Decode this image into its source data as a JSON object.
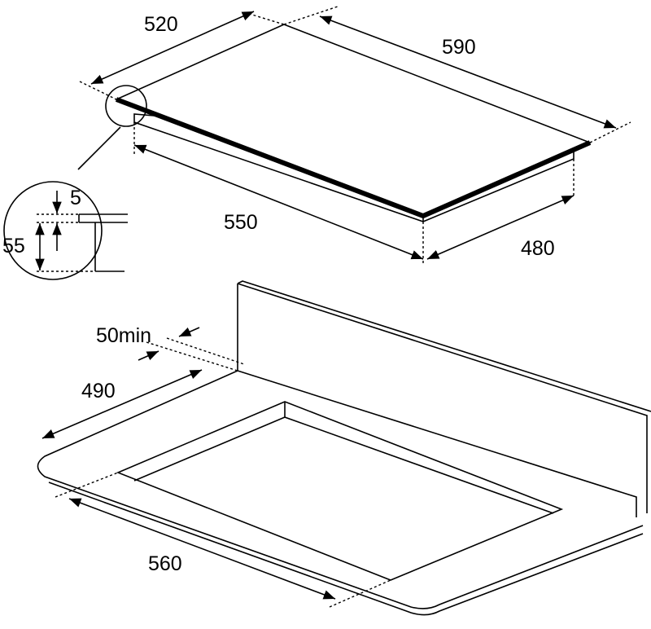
{
  "title": "Hob installation dimensions",
  "hob": {
    "depth": "520",
    "width": "590",
    "body_width": "550",
    "body_depth": "480"
  },
  "detail": {
    "glass_thickness": "5",
    "body_height": "55"
  },
  "cutout": {
    "back_clearance": "50min",
    "depth": "490",
    "width": "560"
  }
}
